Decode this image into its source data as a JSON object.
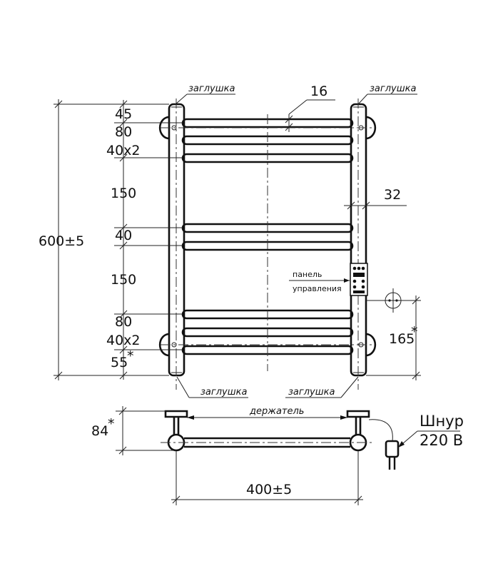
{
  "labels": {
    "plug_top_left": "заглушка",
    "plug_top_right": "заглушка",
    "plug_bottom_left": "заглушка",
    "plug_bottom_right": "заглушка",
    "panel_line1": "панель",
    "panel_line2": "управления",
    "holder": "держатель",
    "cord_line1": "Шнур",
    "cord_line2": "220 В"
  },
  "dimensions": {
    "tube_diameter": "16",
    "post_diameter": "32",
    "total_height": "600±5",
    "top_offset": "45",
    "gap_80_top": "80",
    "gap_40x2_top": "40x2",
    "gap_150_upper": "150",
    "gap_40_middle": "40",
    "gap_150_lower": "150",
    "gap_80_bottom": "80",
    "gap_40x2_bottom": "40x2",
    "bottom_offset": "55",
    "bottom_offset_mark": "*",
    "outlet_height": "165",
    "outlet_height_mark": "*",
    "wall_distance": "84",
    "wall_distance_mark": "*",
    "total_width": "400±5"
  }
}
